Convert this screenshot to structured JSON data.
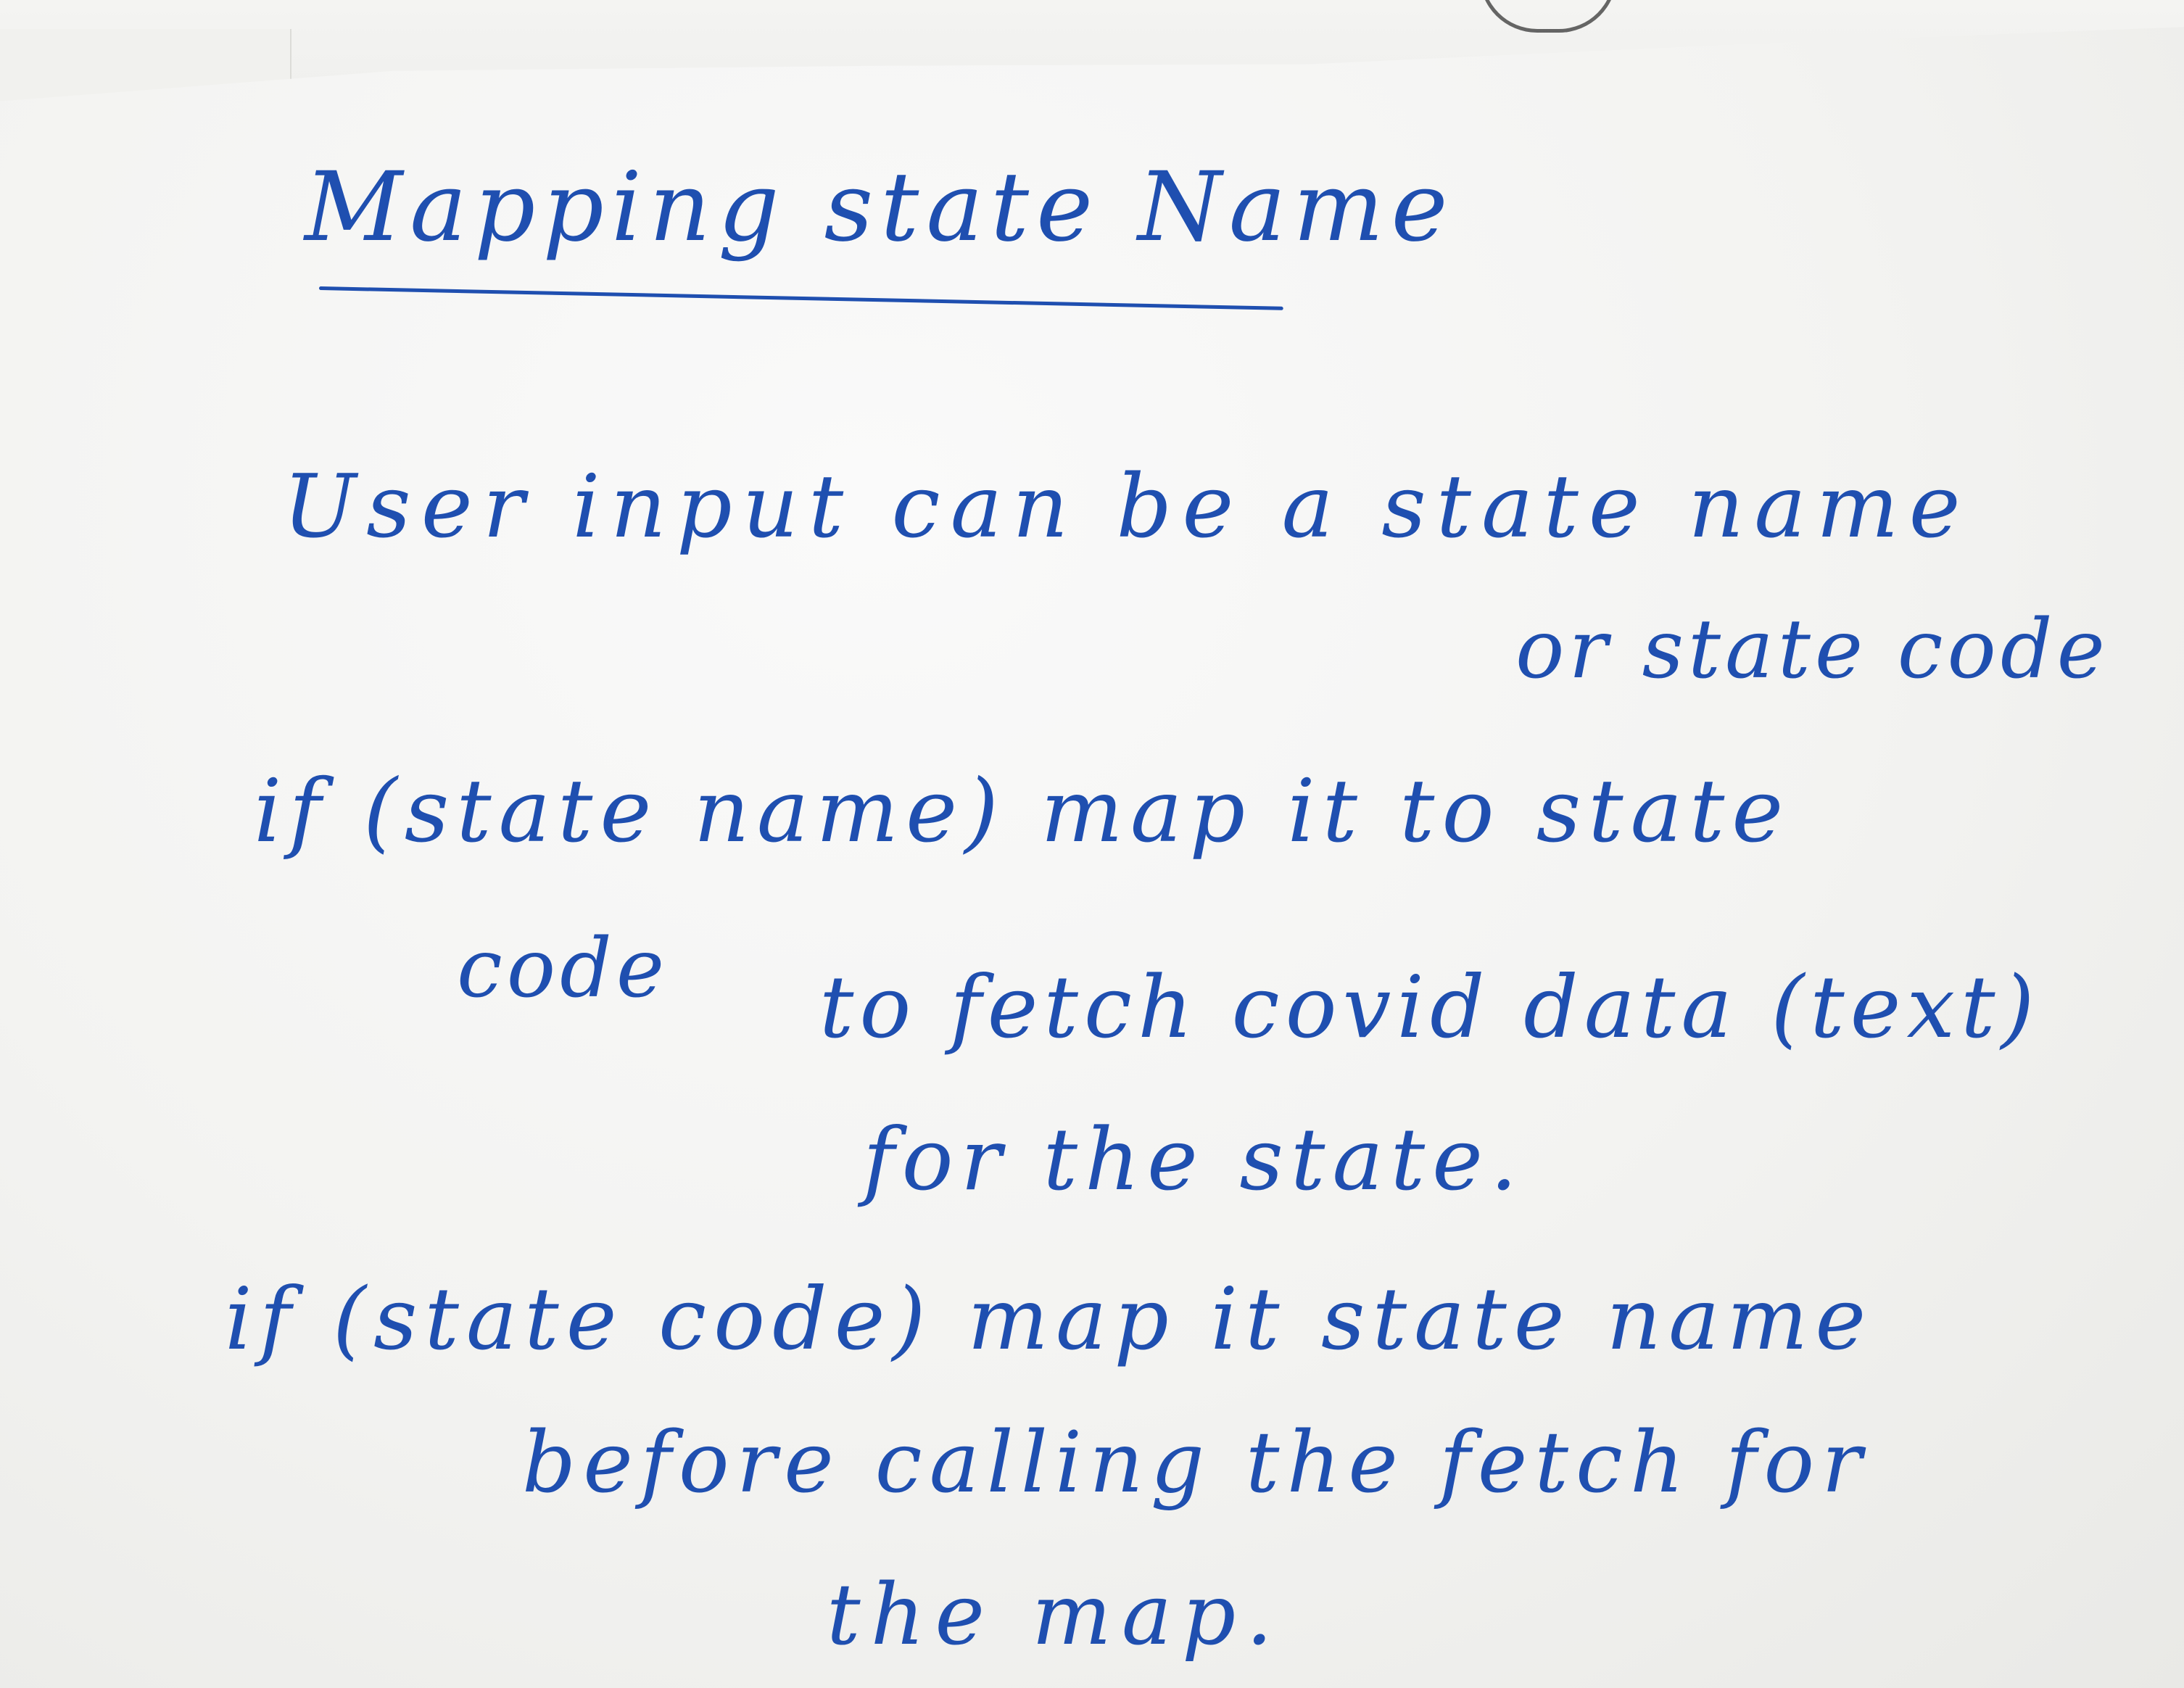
{
  "page": {
    "title": "Mapping state Name",
    "lines": [
      "User input can be a state name",
      "or state code",
      "if (state name) map it to state",
      "code",
      "to fetch covid data (text)",
      "for the state.",
      "if (state code) map it state name",
      "before calling the fetch for",
      "the map."
    ]
  },
  "colors": {
    "ink": "#1f4fb0",
    "paper": "#f6f6f4",
    "background": "#dadad6"
  }
}
